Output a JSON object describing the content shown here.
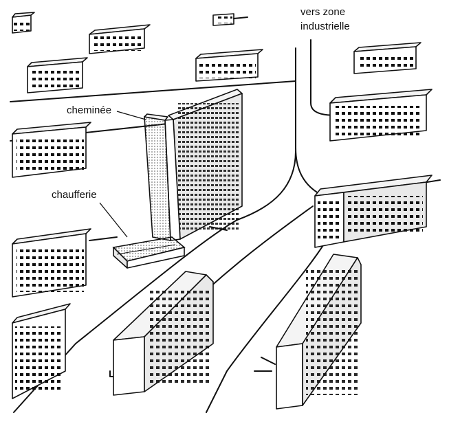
{
  "labels": {
    "chimney": "cheminée",
    "boiler_room": "chaufferie",
    "industrial_zone_line1": "vers zone",
    "industrial_zone_line2": "industrielle"
  }
}
